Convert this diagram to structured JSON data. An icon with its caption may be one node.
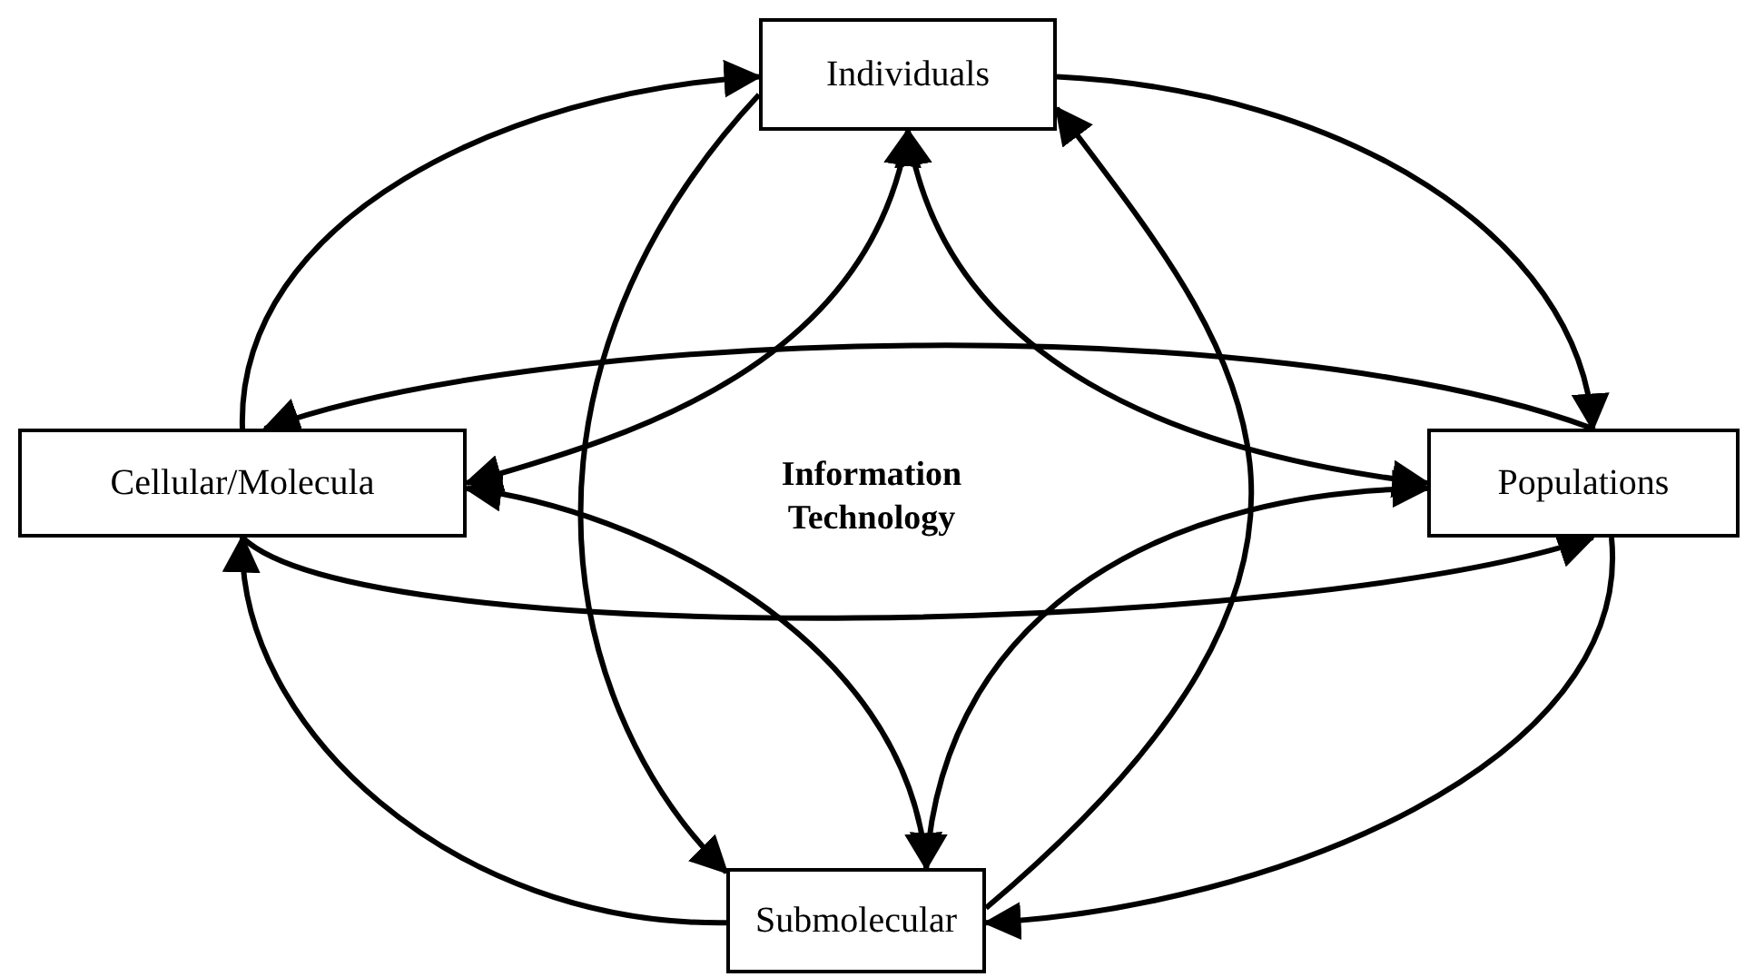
{
  "diagram": {
    "nodes": [
      {
        "text": [
          "Individuals"
        ]
      },
      {
        "text": [
          "Cellular/Molecula"
        ]
      },
      {
        "text": [
          "Information Technology"
        ]
      },
      {
        "text": [
          "Populations"
        ]
      },
      {
        "text": [
          "Submolecular"
        ]
      }
    ],
    "edges": [
      {
        "from": 1,
        "to": 0,
        "arrow": "to"
      },
      {
        "from": 0,
        "to": 4,
        "arrow": "to"
      },
      {
        "from": 0,
        "to": 3,
        "arrow": "to"
      },
      {
        "from": 3,
        "to": 1,
        "arrow": "to"
      },
      {
        "from": 0,
        "to": 1,
        "arrow": "both"
      },
      {
        "from": 0,
        "to": 3,
        "arrow": "both"
      },
      {
        "from": 4,
        "to": 1,
        "arrow": "both"
      },
      {
        "from": 4,
        "to": 3,
        "arrow": "both"
      },
      {
        "from": 1,
        "to": 3,
        "arrow": "to"
      },
      {
        "from": 4,
        "to": 1,
        "arrow": "to"
      },
      {
        "from": 3,
        "to": 4,
        "arrow": "to"
      },
      {
        "from": 4,
        "to": 0,
        "arrow": "to"
      }
    ]
  }
}
